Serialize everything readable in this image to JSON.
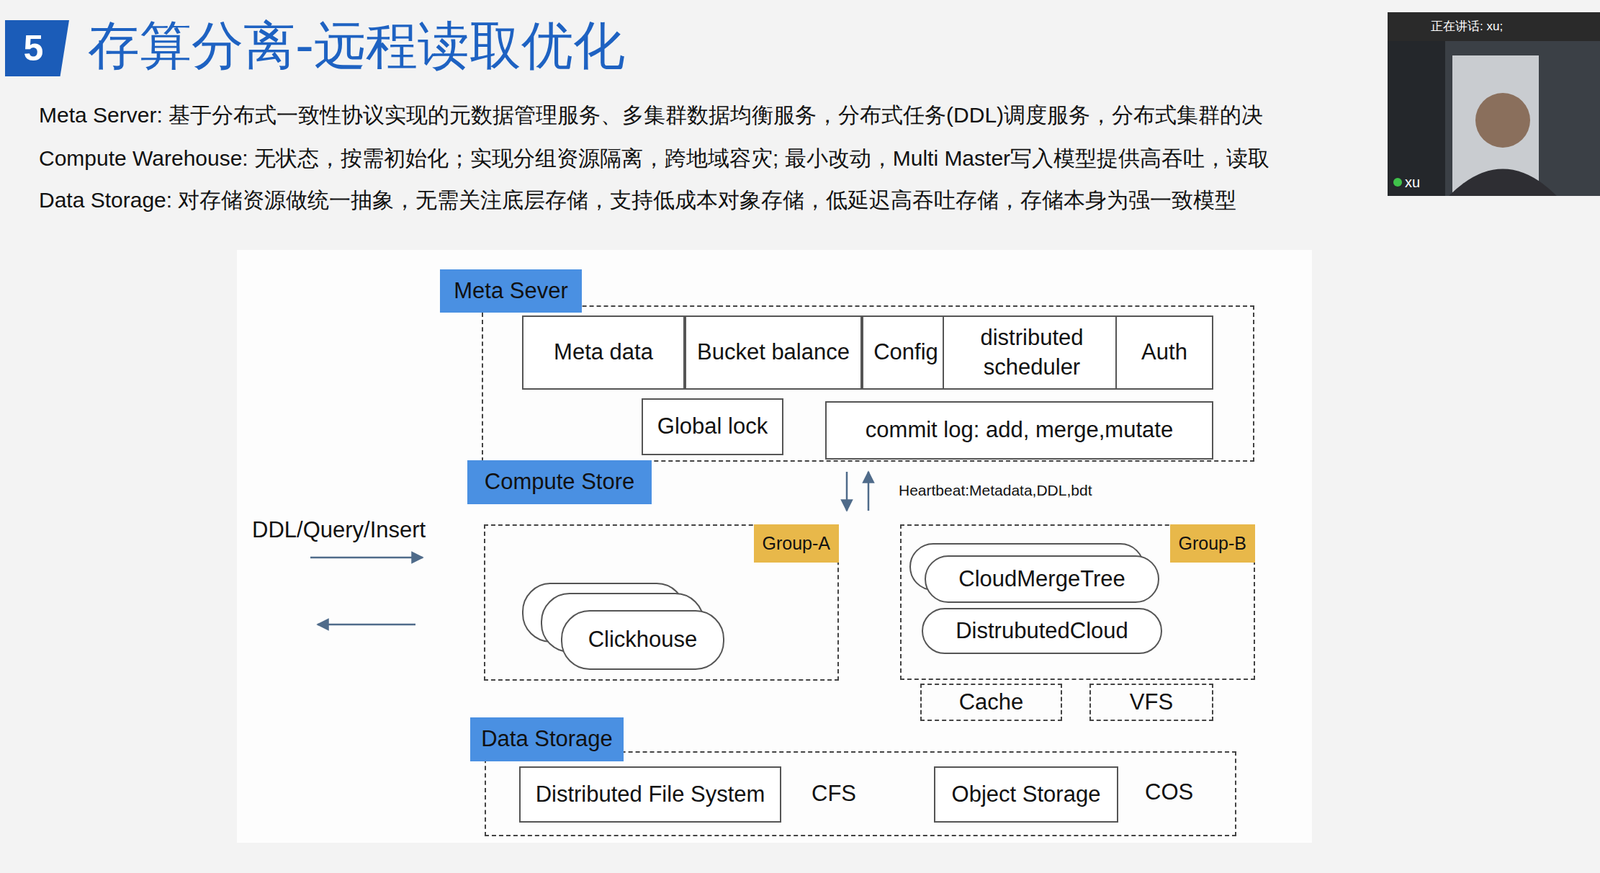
{
  "diagram": {
    "title": "存算分离-远程读取优化",
    "nodes": [
      {
        "text": [
          "Meta Sever"
        ]
      },
      {
        "text": [
          "Meta data"
        ],
        "in": 0
      },
      {
        "text": [
          "Bucket balance"
        ],
        "in": 0
      },
      {
        "text": [
          "Config"
        ],
        "in": 0
      },
      {
        "text": [
          "distributed scheduler"
        ],
        "in": 0
      },
      {
        "text": [
          "Auth"
        ],
        "in": 0
      },
      {
        "text": [
          "Global lock"
        ],
        "in": 0
      },
      {
        "text": [
          "commit log: add, merge,mutate"
        ],
        "in": 0
      },
      {
        "text": [
          "Compute Store"
        ]
      },
      {
        "text": [
          "Group-A"
        ]
      },
      {
        "text": [
          "Clickhouse"
        ],
        "in": 9
      },
      {
        "text": [
          "Group-B"
        ]
      },
      {
        "text": [
          "CloudMergeTree"
        ],
        "in": 11
      },
      {
        "text": [
          "DistrubutedCloud"
        ],
        "in": 11
      },
      {
        "text": [
          "Cache"
        ]
      },
      {
        "text": [
          "VFS"
        ]
      },
      {
        "text": [
          "Data Storage"
        ]
      },
      {
        "text": [
          "Distributed File System"
        ],
        "in": 16
      },
      {
        "text": [
          "Object Storage"
        ],
        "in": 16
      }
    ],
    "labels": [
      "5",
      "Meta Server: 基于分布式一致性协议实现的元数据管理服务、多集群数据均衡服务，分布式任务(DDL)调度服务，分布式集群的决",
      "Compute Warehouse: 无状态，按需初始化；实现分组资源隔离，跨地域容灾; 最小改动，Multi Master写入模型提供高吞吐，读取",
      "Data Storage: 对存储资源做统一抽象，无需关注底层存储，支持低成本对象存储，低延迟高吞吐存储，存储本身为强一致模型",
      "DDL/Query/Insert",
      "Heartbeat:Metadata,DDL,bdt",
      "CFS",
      "COS",
      "正在讲话: xu;",
      "xu"
    ]
  }
}
